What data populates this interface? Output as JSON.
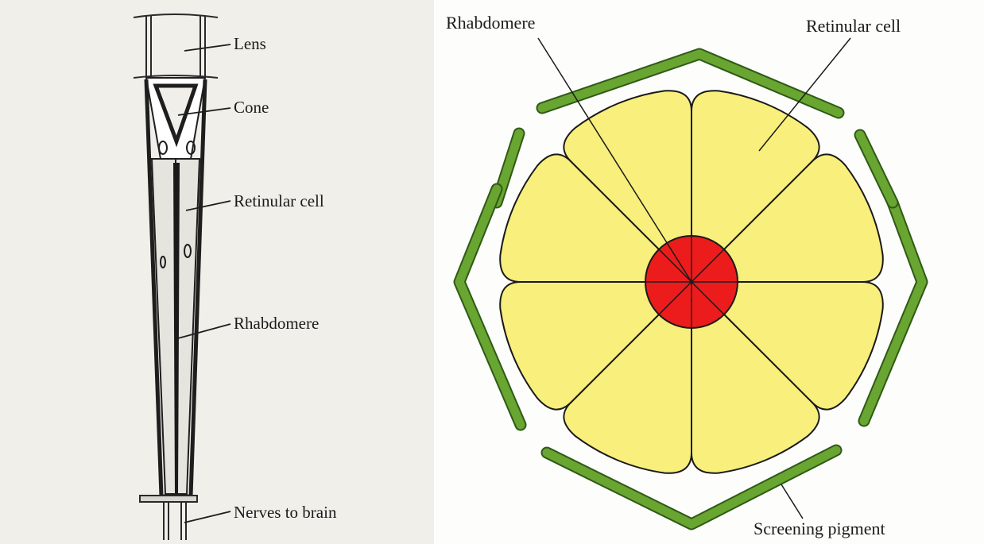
{
  "left_figure": {
    "labels": {
      "lens": "Lens",
      "cone": "Cone",
      "retinular_cell": "Retinular cell",
      "rhabdomere": "Rhabdomere",
      "nerves": "Nerves to brain"
    }
  },
  "right_figure": {
    "labels": {
      "rhabdomere": "Rhabdomere",
      "retinular_cell": "Retinular cell",
      "screening_pigment": "Screening pigment"
    },
    "colors": {
      "retinular_cell": "#f8ef7c",
      "rhabdomere": "#ec1c1c",
      "screening_pigment": "#69a531",
      "outline": "#1a1a1a"
    },
    "retinular_cell_count": 8
  }
}
